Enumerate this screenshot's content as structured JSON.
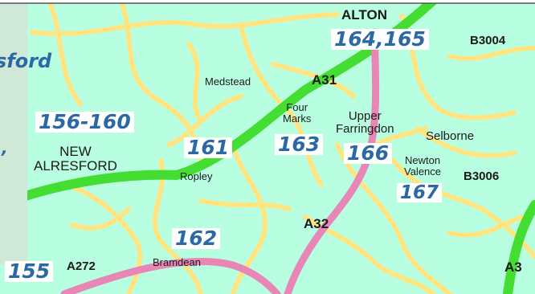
{
  "map": {
    "colors": {
      "land": "#b8ffe2",
      "minor_road": "#ffe480",
      "a_road_green": "#44dd32",
      "a_road_pink": "#e886b6",
      "left_panel": "#cfe8d7",
      "number_text": "#2b68a6",
      "label_text": "#1a1a1a"
    },
    "places": {
      "alton": "ALTON",
      "medstead": "Medstead",
      "four_marks": [
        "Four",
        "Marks"
      ],
      "upper_farringdon": [
        "Upper",
        "Farringdon"
      ],
      "selborne": "Selborne",
      "newton_valence": [
        "Newton",
        "Valence"
      ],
      "new_alresford": [
        "NEW",
        "ALRESFORD"
      ],
      "ropley": "Ropley",
      "bramdean": "Bramdean"
    },
    "roads": {
      "a31": "A31",
      "a32": "A32",
      "a272": "A272",
      "a3": "A3",
      "b3004": "B3004",
      "b3006": "B3006"
    },
    "numbers": {
      "n164_165": "164,165",
      "n156_160": "156-160",
      "n161": "161",
      "n163": "163",
      "n166": "166",
      "n167": "167",
      "n162": "162",
      "n155": "155"
    },
    "cutoff_text": {
      "top_left": "sford"
    }
  }
}
